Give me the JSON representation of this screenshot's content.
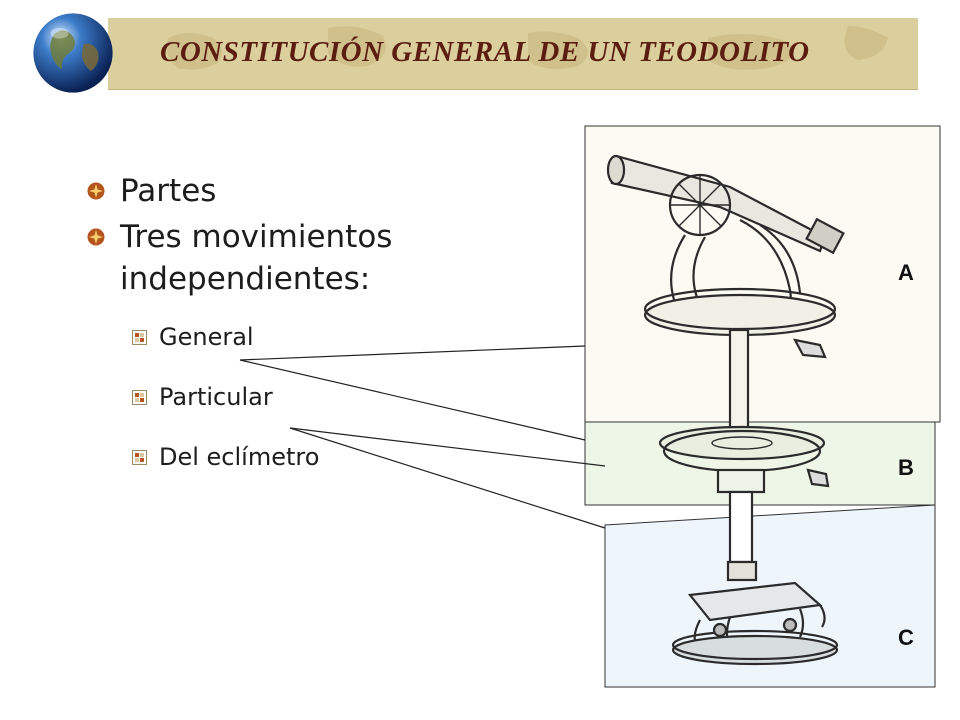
{
  "title": "CONSTITUCIÓN GENERAL DE UN TEODOLITO",
  "bullets": [
    {
      "text": "Partes"
    },
    {
      "text": "Tres movimientos independientes:"
    }
  ],
  "sub_bullets": [
    {
      "text": "General"
    },
    {
      "text": "Particular"
    },
    {
      "text": "Del eclímetro"
    }
  ],
  "figure_labels": {
    "a": "A",
    "b": "B",
    "c": "C"
  },
  "colors": {
    "title": "#5a1d0f",
    "banner": "#dccf9e",
    "bullet_icon": "#b5541c",
    "box_b": "#eef6e8",
    "box_c": "#eef5fb"
  },
  "icons": {
    "logo": "globe-icon",
    "bullet": "compass-bullet-icon",
    "sub_bullet": "square-bullet-icon"
  }
}
